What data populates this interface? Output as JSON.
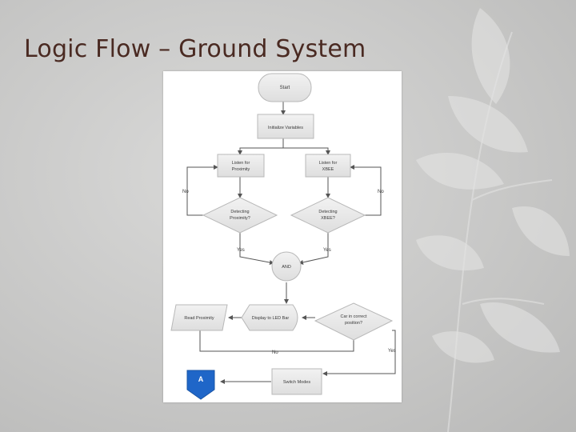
{
  "slide": {
    "title": "Logic Flow – Ground System"
  },
  "flowchart": {
    "nodes": {
      "start": "Start",
      "init": "Initialize Variables",
      "listen_prox_1": "Listen for",
      "listen_prox_2": "Proximity",
      "listen_xbee_1": "Listen for",
      "listen_xbee_2": "XBEE",
      "detect_prox_1": "Detecting",
      "detect_prox_2": "Proximity?",
      "detect_xbee_1": "Detecting",
      "detect_xbee_2": "XBEE?",
      "and": "AND",
      "read_prox": "Read Proximity",
      "display_led": "Display to LED Bar",
      "correct_pos_1": "Car in correct",
      "correct_pos_2": "position?",
      "switch_modes": "Switch Modes",
      "connector_a": "A"
    },
    "edge_labels": {
      "no_left": "No",
      "no_right": "No",
      "yes_left": "Yes",
      "yes_right": "Yes",
      "no_bottom": "No",
      "yes_position": "Yes"
    },
    "colors": {
      "box_fill": "#e8e8e8",
      "box_stroke": "#b8b8b8",
      "line": "#555555",
      "connector": "#1f66c8"
    }
  }
}
